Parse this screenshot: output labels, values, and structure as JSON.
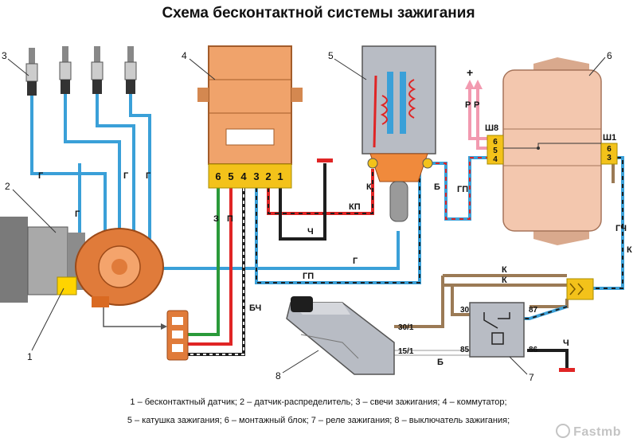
{
  "title": "Схема бесконтактной системы зажигания",
  "components": {
    "c1": "1",
    "c2": "2",
    "c3": "3",
    "c4": "4",
    "c5": "5",
    "c6": "6",
    "c7": "7",
    "c8": "8"
  },
  "commutator_pins": [
    "6",
    "5",
    "4",
    "3",
    "2",
    "1"
  ],
  "coil_terminals": {
    "k": "К",
    "b": "Б"
  },
  "block_connectors": {
    "sh8": "Ш8",
    "sh1": "Ш1"
  },
  "block_left_pins": [
    "6",
    "5",
    "4"
  ],
  "block_right_pins": [
    "6",
    "3"
  ],
  "relay_pins": {
    "p30": "30",
    "p87": "87",
    "p85": "85",
    "p86": "86"
  },
  "switch_pins": {
    "p30_1": "30/1",
    "p15_1": "15/1"
  },
  "plus_sign": "+",
  "wire_labels": {
    "g1": "Г",
    "g2": "Г",
    "g3": "Г",
    "g4": "Г",
    "g5": "Г",
    "z": "З",
    "p": "П",
    "kp": "КП",
    "ch1": "Ч",
    "ch2": "Ч",
    "bch": "БЧ",
    "gp1": "ГП",
    "gp2": "ГП",
    "gch": "ГЧ",
    "k1": "К",
    "k2": "К",
    "k3": "К",
    "b": "Б",
    "r1": "Р",
    "r2": "Р"
  },
  "legend": {
    "line1": "1 – бесконтактный датчик; 2 – датчик-распределитель; 3 – свечи зажигания; 4 – коммутатор;",
    "line2": "5 – катушка зажигания; 6 – монтажный блок; 7 – реле зажигания; 8 – выключатель зажигания;"
  },
  "watermark": "Fastmb",
  "colors": {
    "wire_blue": "#3aa0d8",
    "wire_red": "#e02525",
    "wire_green": "#2a9a3a",
    "wire_black": "#1e1e1e",
    "wire_brown": "#9b7a55",
    "wire_pink": "#f29ab0",
    "commutator": "#f0a36b",
    "coil_body": "#f08a3c",
    "block": "#f3c7ae",
    "connector": "#f3c21a"
  }
}
